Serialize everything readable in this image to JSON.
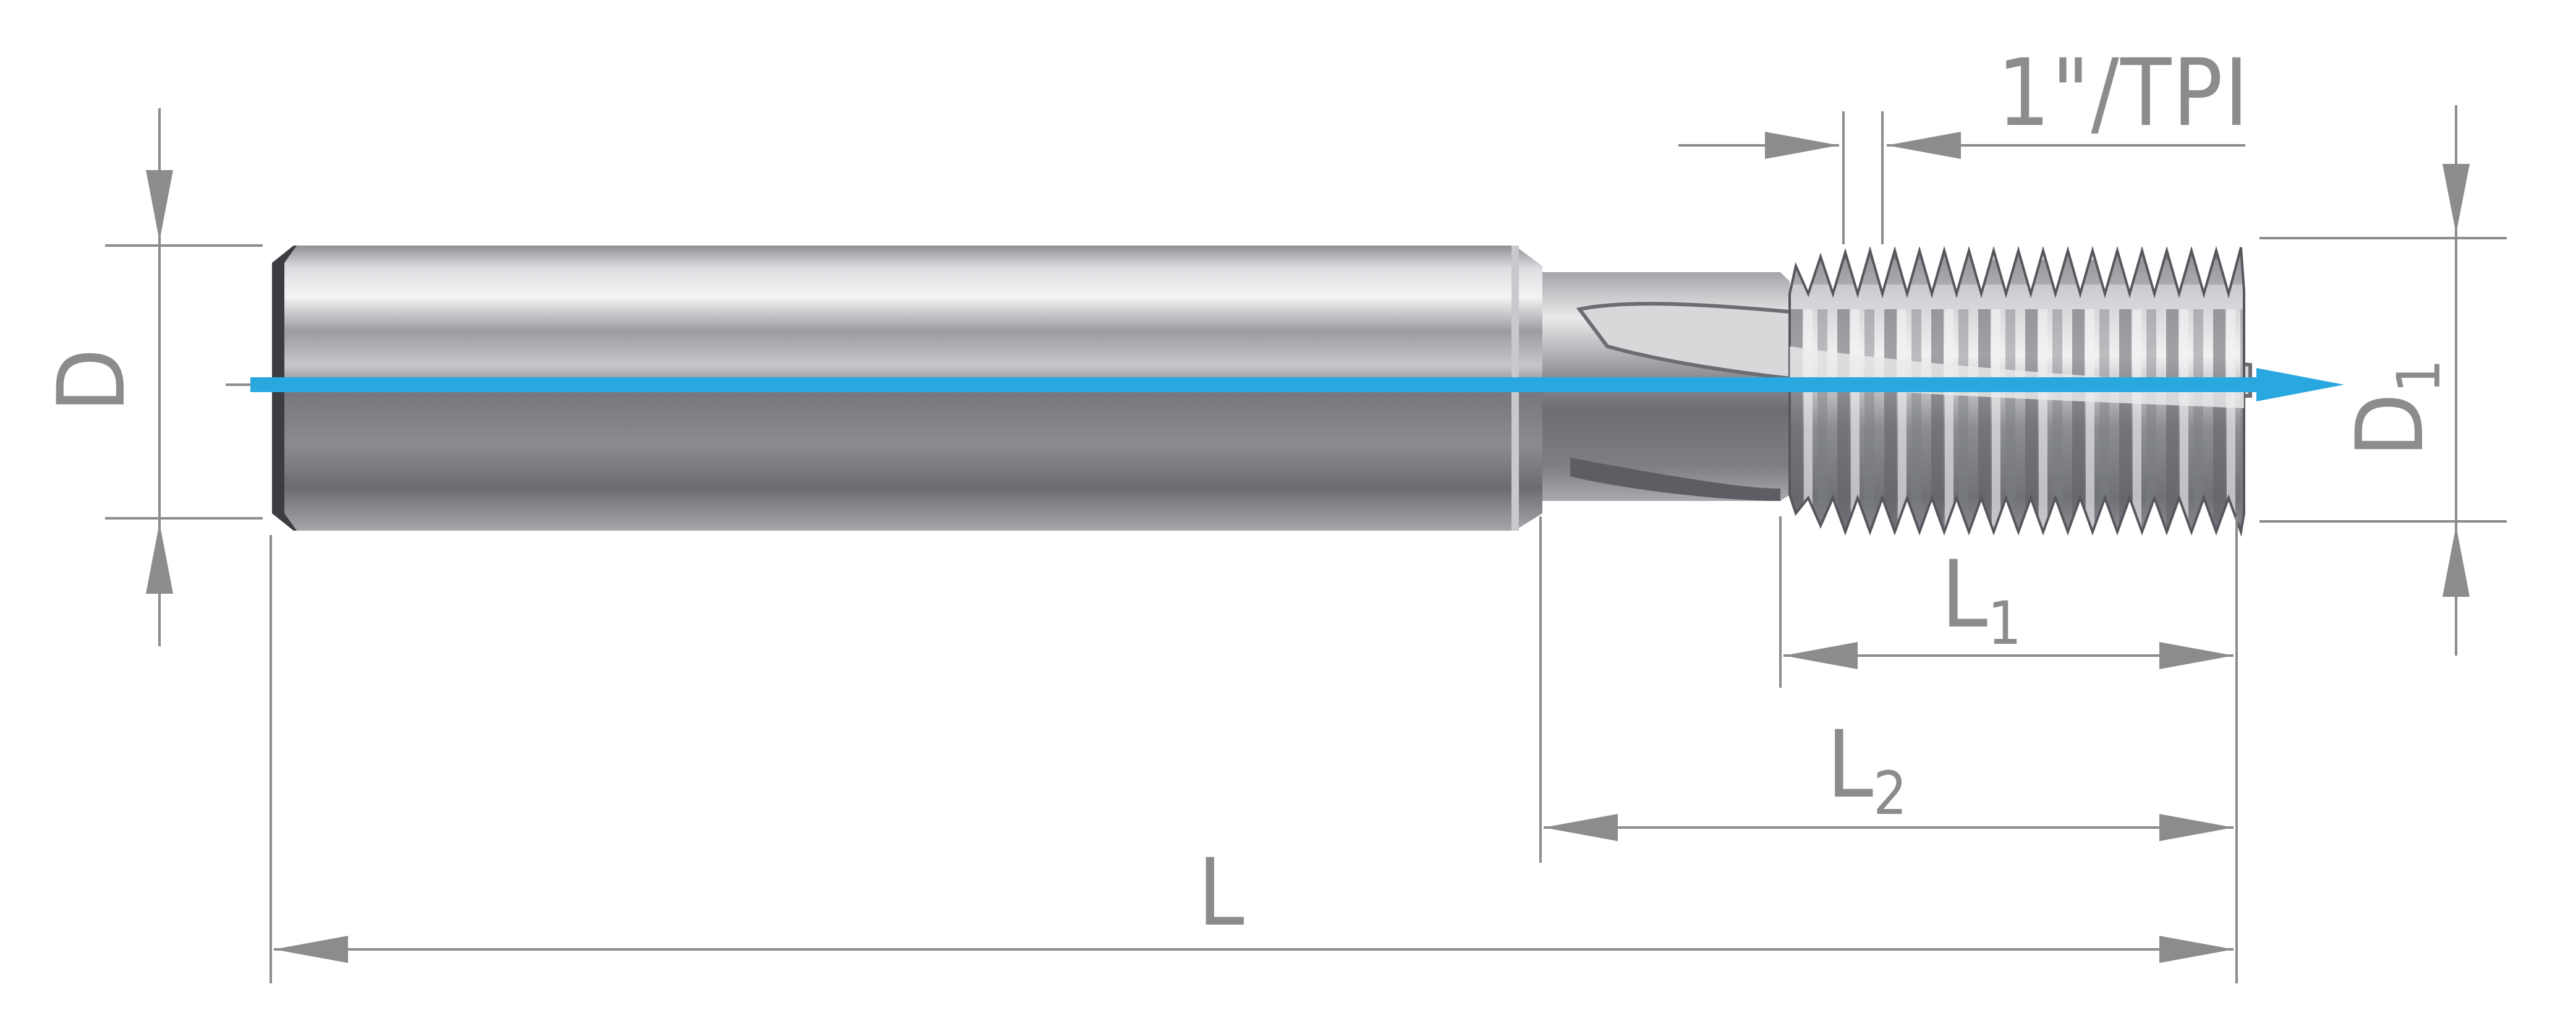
{
  "labels": {
    "shank_diameter": "D",
    "thread_diameter": "D",
    "thread_diameter_sub": "1",
    "thread_pitch": "1\"/TPI",
    "cutting_length": "L",
    "cutting_length_sub": "1",
    "neck_length": "L",
    "neck_length_sub": "2",
    "overall_length": "L"
  },
  "colors": {
    "dimension": "#8c8c8c",
    "axis": "#29a8e0",
    "tool_dark": "#6e7075",
    "tool_light": "#e6e7e8"
  }
}
